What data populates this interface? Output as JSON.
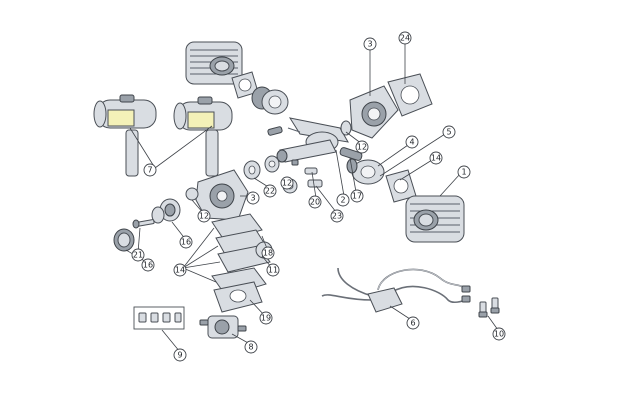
{
  "callouts": [
    {
      "key": "c3top",
      "label": "3"
    },
    {
      "key": "c24",
      "label": "24"
    },
    {
      "key": "c7",
      "label": "7"
    },
    {
      "key": "c12a",
      "label": "12"
    },
    {
      "key": "c4",
      "label": "4"
    },
    {
      "key": "c5",
      "label": "5"
    },
    {
      "key": "c14a",
      "label": "14"
    },
    {
      "key": "c1",
      "label": "1"
    },
    {
      "key": "c2",
      "label": "2"
    },
    {
      "key": "c17",
      "label": "17"
    },
    {
      "key": "c23",
      "label": "23"
    },
    {
      "key": "c20",
      "label": "20"
    },
    {
      "key": "c12b",
      "label": "12"
    },
    {
      "key": "c22",
      "label": "22"
    },
    {
      "key": "c3mid",
      "label": "3"
    },
    {
      "key": "c12c",
      "label": "12"
    },
    {
      "key": "c21",
      "label": "21"
    },
    {
      "key": "c16a",
      "label": "16"
    },
    {
      "key": "c16b",
      "label": "16"
    },
    {
      "key": "c18",
      "label": "18"
    },
    {
      "key": "c14b",
      "label": "14"
    },
    {
      "key": "c11",
      "label": "11"
    },
    {
      "key": "c19",
      "label": "19"
    },
    {
      "key": "c9",
      "label": "9"
    },
    {
      "key": "c8",
      "label": "8"
    },
    {
      "key": "c6",
      "label": "6"
    },
    {
      "key": "c10",
      "label": "10"
    }
  ]
}
